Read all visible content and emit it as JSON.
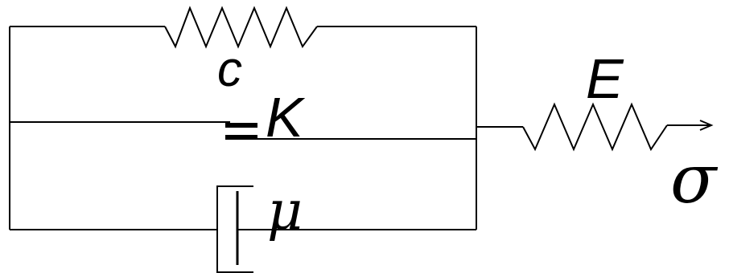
{
  "diagram": {
    "labels": {
      "c": "c",
      "K": "K",
      "mu": "μ",
      "E": "E",
      "sigma": "σ"
    }
  }
}
